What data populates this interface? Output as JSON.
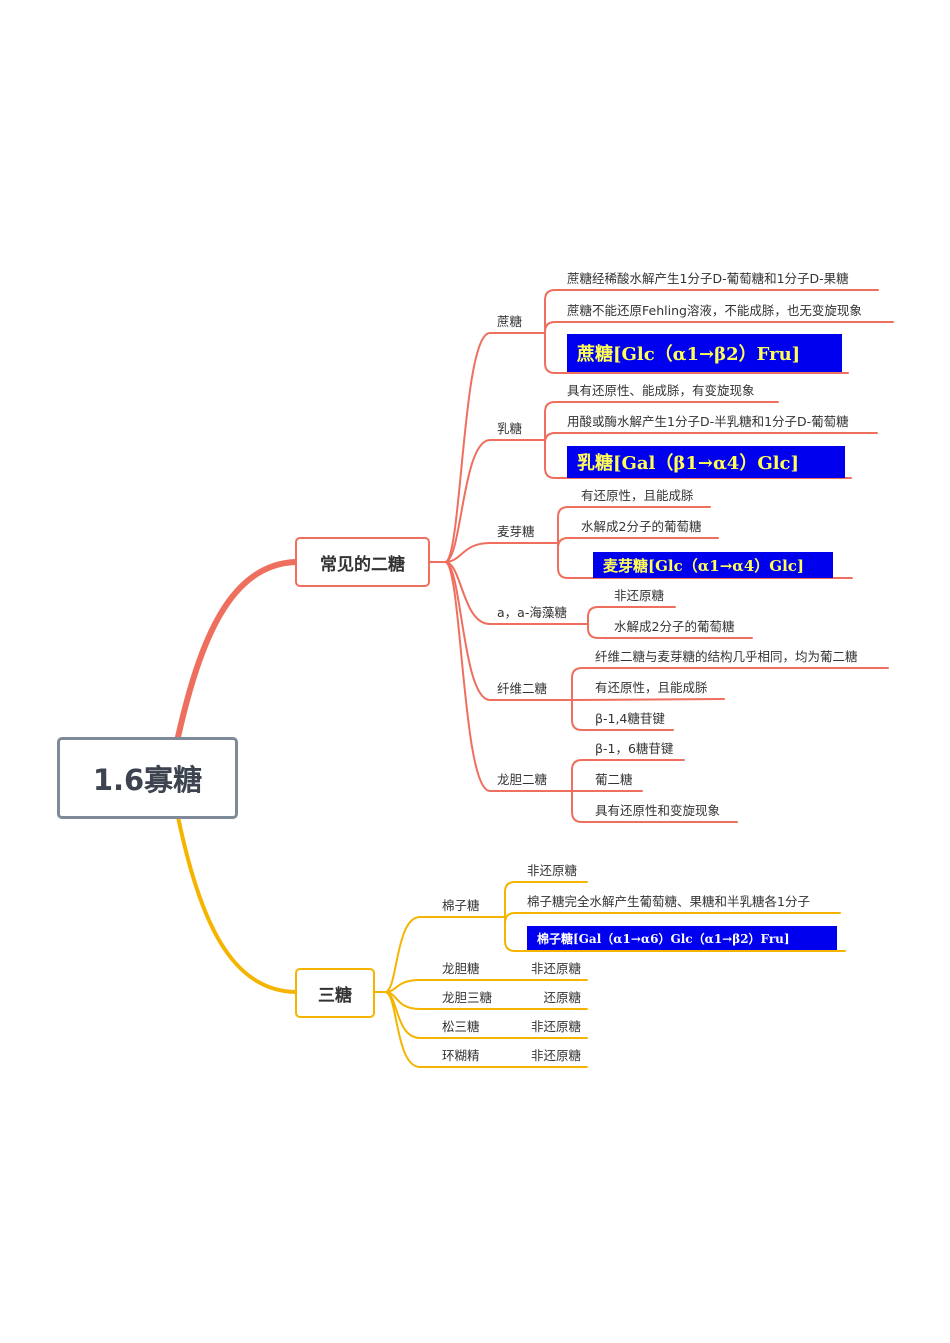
{
  "root": "1.6寡糖",
  "colors": {
    "disaccharide": "#ef6f5e",
    "trisaccharide": "#f5b400",
    "formula_bg": "#0000ee",
    "formula_text": "#ffff55"
  },
  "branches": [
    {
      "label": "常见的二糖",
      "children": [
        {
          "label": "蔗糖",
          "items": [
            "蔗糖经稀酸水解产生1分子D-葡萄糖和1分子D-果糖",
            "蔗糖不能还原Fehling溶液，不能成脎，也无变旋现象"
          ],
          "formula": "蔗糖[Glc（α1→β2）Fru]"
        },
        {
          "label": "乳糖",
          "items": [
            "具有还原性、能成脎，有变旋现象",
            "用酸或酶水解产生1分子D-半乳糖和1分子D-葡萄糖"
          ],
          "formula": "乳糖[Gal（β1→α4）Glc]"
        },
        {
          "label": "麦芽糖",
          "items": [
            "有还原性，且能成脎",
            "水解成2分子的葡萄糖"
          ],
          "formula": "麦芽糖[Glc（α1→α4）Glc]"
        },
        {
          "label": "a，a-海藻糖",
          "items": [
            "非还原糖",
            "水解成2分子的葡萄糖"
          ]
        },
        {
          "label": "纤维二糖",
          "items": [
            "纤维二糖与麦芽糖的结构几乎相同，均为葡二糖",
            "有还原性，且能成脎",
            "β-1,4糖苷键"
          ]
        },
        {
          "label": "龙胆二糖",
          "items": [
            "β-1，6糖苷键",
            "葡二糖",
            "具有还原性和变旋现象"
          ]
        }
      ]
    },
    {
      "label": "三糖",
      "children": [
        {
          "label": "棉子糖",
          "items": [
            "非还原糖",
            "棉子糖完全水解产生葡萄糖、果糖和半乳糖各1分子"
          ],
          "formula": "棉子糖[Gal（α1→α6）Glc（α1→β2）Fru]"
        },
        {
          "label": "龙胆糖",
          "value": "非还原糖"
        },
        {
          "label": "龙胆三糖",
          "value": "还原糖"
        },
        {
          "label": "松三糖",
          "value": "非还原糖"
        },
        {
          "label": "环糊精",
          "value": "非还原糖"
        }
      ]
    }
  ]
}
